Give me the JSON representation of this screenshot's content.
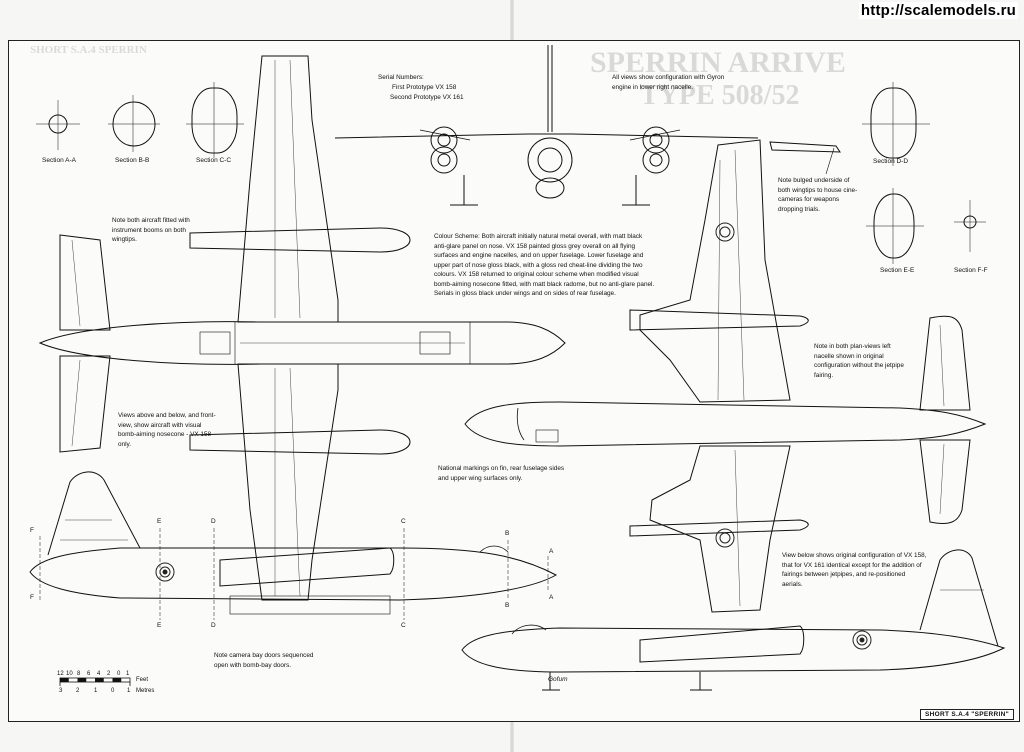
{
  "watermark": "http://scalemodels.ru",
  "serials": {
    "heading": "Serial Numbers:",
    "first": "First Prototype  VX 158",
    "second": "Second Prototype  VX 161"
  },
  "notes": {
    "gyron": "All views show configuration with Gyron engine in lower right nacelle.",
    "instrument_booms": "Note both aircraft fitted with instrument booms on both wingtips.",
    "colour_scheme": "Colour Scheme: Both aircraft initially natural metal overall, with matt black anti-glare panel on nose. VX 158 painted gloss grey overall on all flying surfaces and engine nacelles, and on upper fuselage. Lower fuselage and upper part of nose gloss black, with a gloss red cheat-line dividing the two colours. VX 158 returned to original colour scheme when modified visual bomb-aiming nosecone fitted, with matt black radome, but no anti-glare panel. Serials in gloss black under wings and on sides of rear fuselage.",
    "bulged_underside": "Note bulged underside of both wingtips to house cine-cameras for weapons dropping trials.",
    "plan_views": "Note in both plan-views left nacelle shown in original configuration without the jetpipe fairing.",
    "views_above_below": "Views above and below, and front-view, show aircraft with visual bomb-aiming nosecone - VX 158 only.",
    "national_markings": "National markings on fin, rear fuselage sides and upper wing surfaces only.",
    "original_config": "View below shows original configuration of VX 158, that for VX 161 identical except for the addition of fairings between jetpipes, and re-positioned aerials.",
    "camera_bay": "Note camera bay doors sequenced open with bomb-bay doors."
  },
  "sections": {
    "aa": "Section A-A",
    "bb": "Section B-B",
    "cc": "Section C-C",
    "dd": "Section D-D",
    "ee": "Section E-E",
    "ff": "Section F-F"
  },
  "station_letters": [
    "A",
    "B",
    "C",
    "D",
    "E",
    "F"
  ],
  "scale": {
    "feet_ticks": [
      "12",
      "10",
      "8",
      "6",
      "4",
      "2",
      "0",
      "1"
    ],
    "feet_label": "Feet",
    "metre_ticks": [
      "3",
      "2",
      "1",
      "0",
      "1"
    ],
    "metre_label": "Metres"
  },
  "signature": "Gofum",
  "title_box": "SHORT S.A.4 \"SPERRIN\"",
  "bleed_through": {
    "left_header": "SHORT S.A.4 SPERRIN",
    "right_header_1": "SPERRIN ARRIVE",
    "right_header_2": "TYPE 508/52"
  },
  "colors": {
    "ink": "#111111",
    "paper": "#fbfbfa",
    "roundel": "#222222"
  }
}
